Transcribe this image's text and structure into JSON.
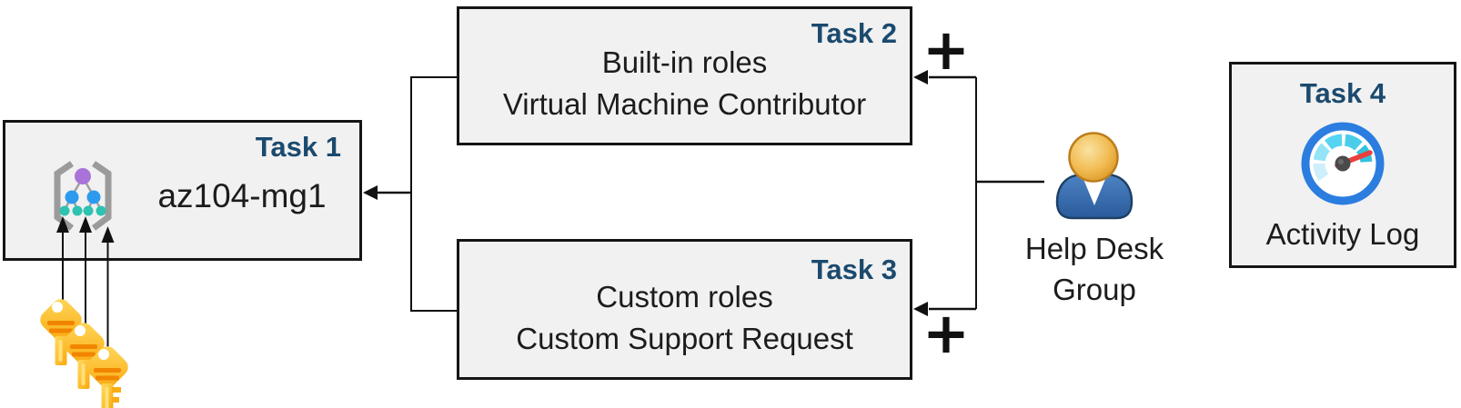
{
  "tasks": {
    "task1": {
      "label": "Task 1",
      "title": "az104-mg1",
      "icon": "management-group-icon"
    },
    "task2": {
      "label": "Task 2",
      "line1": "Built-in roles",
      "line2": "Virtual Machine Contributor"
    },
    "task3": {
      "label": "Task 3",
      "line1": "Custom roles",
      "line2": "Custom Support Request"
    },
    "task4": {
      "label": "Task 4",
      "title": "Activity Log",
      "icon": "activity-log-gauge-icon"
    }
  },
  "group": {
    "line1": "Help Desk",
    "line2": "Group",
    "icon": "user-icon"
  },
  "annotations": {
    "plus_task2": "+",
    "plus_task3": "+",
    "keys_icon": "access-keys-icon"
  },
  "colors": {
    "box_fill": "#f1f1f1",
    "box_border": "#151515",
    "task_label": "#1b4a6e",
    "text": "#1c1c1c",
    "connector": "#111111",
    "key_gold": "#f9a80d",
    "person_blue": "#2f649f",
    "gauge_ring": "#2b7de0",
    "needle_red": "#e8403c"
  }
}
